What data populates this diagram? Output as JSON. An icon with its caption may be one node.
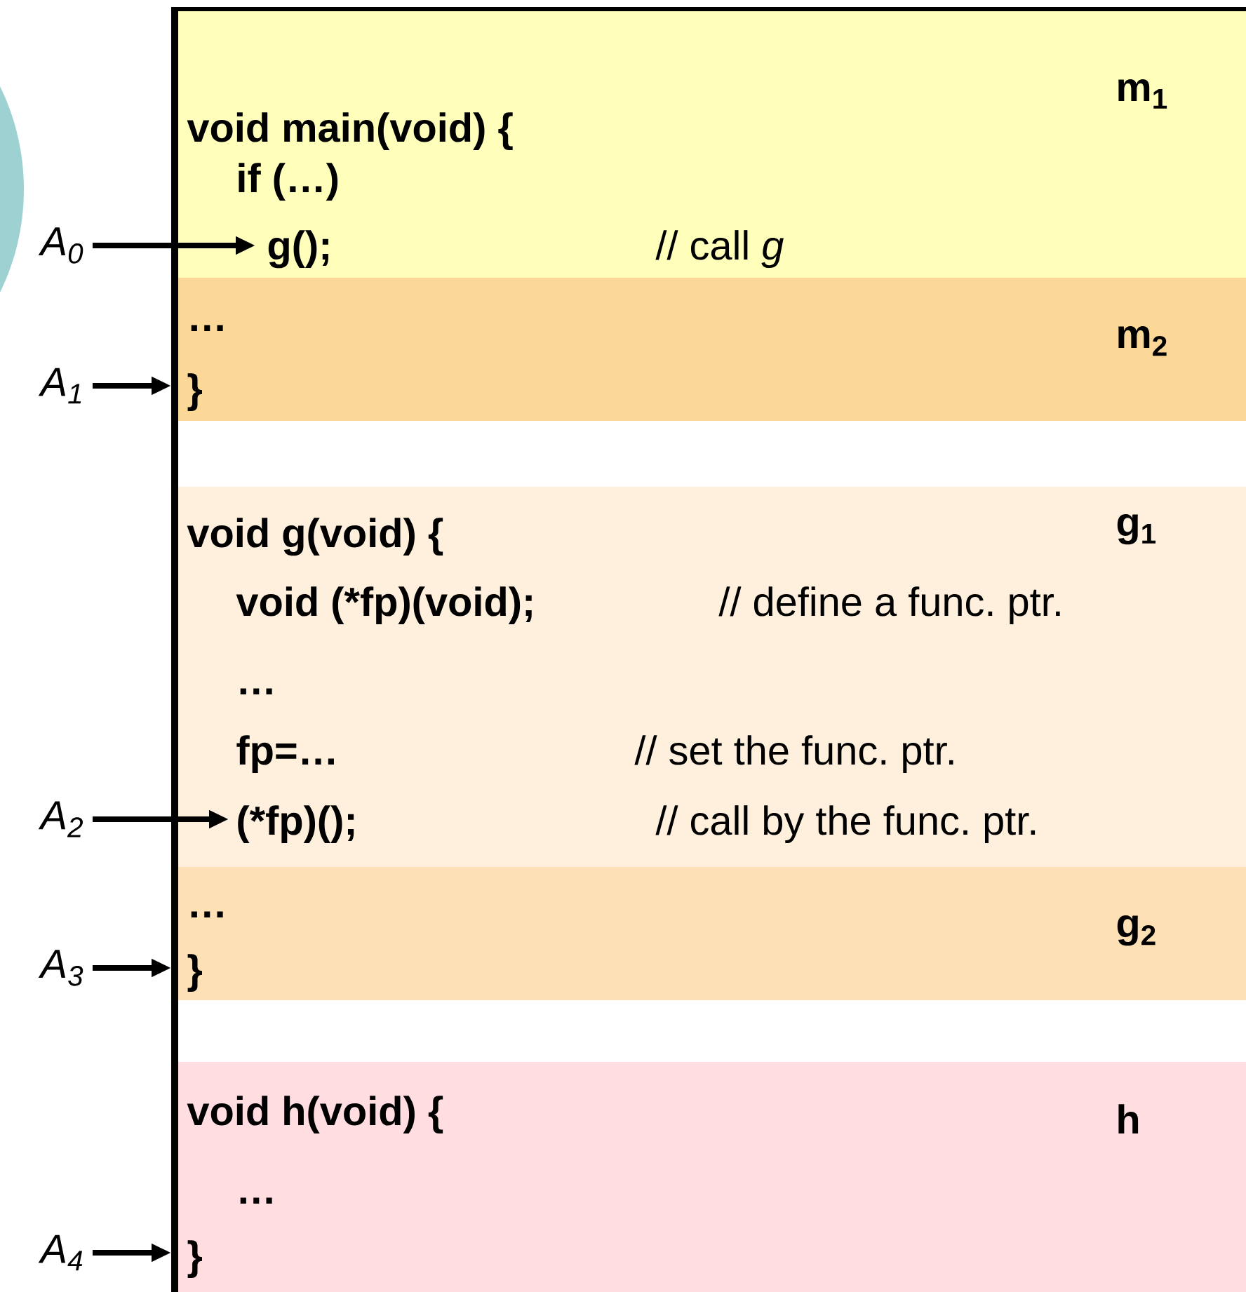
{
  "diagram": {
    "nodes": [
      {
        "text": [
          "void main(void) {",
          "if (…)",
          "g();",
          "// call *g*",
          "m$_{1}$"
        ]
      },
      {
        "text": [
          "…",
          "}",
          "m$_{2}$"
        ]
      },
      {
        "text": [
          "void g(void) {",
          "void (*fp)(void);",
          "// define a func. ptr.",
          "…",
          "fp=…",
          "// set the func. ptr.",
          "(*fp)();",
          "// call by the func. ptr.",
          "g$_{1}$"
        ]
      },
      {
        "text": [
          "…",
          "}",
          "g$_{2}$"
        ]
      },
      {
        "text": [
          "void h(void) {",
          "…",
          "}",
          "h"
        ]
      },
      {
        "text": [
          "A$_{0}$"
        ]
      },
      {
        "text": [
          "A$_{1}$"
        ]
      },
      {
        "text": [
          "A$_{2}$"
        ]
      },
      {
        "text": [
          "A$_{3}$"
        ]
      },
      {
        "text": [
          "A$_{4}$"
        ]
      },
      {
        "text": [],
        "shape": "circle"
      }
    ],
    "edges": [
      {
        "from": 5,
        "to": 0,
        "arrow": "to"
      },
      {
        "from": 6,
        "to": 1,
        "arrow": "to"
      },
      {
        "from": 7,
        "to": 2,
        "arrow": "to"
      },
      {
        "from": 8,
        "to": 3,
        "arrow": "to"
      },
      {
        "from": 9,
        "to": 4,
        "arrow": "to"
      }
    ]
  }
}
